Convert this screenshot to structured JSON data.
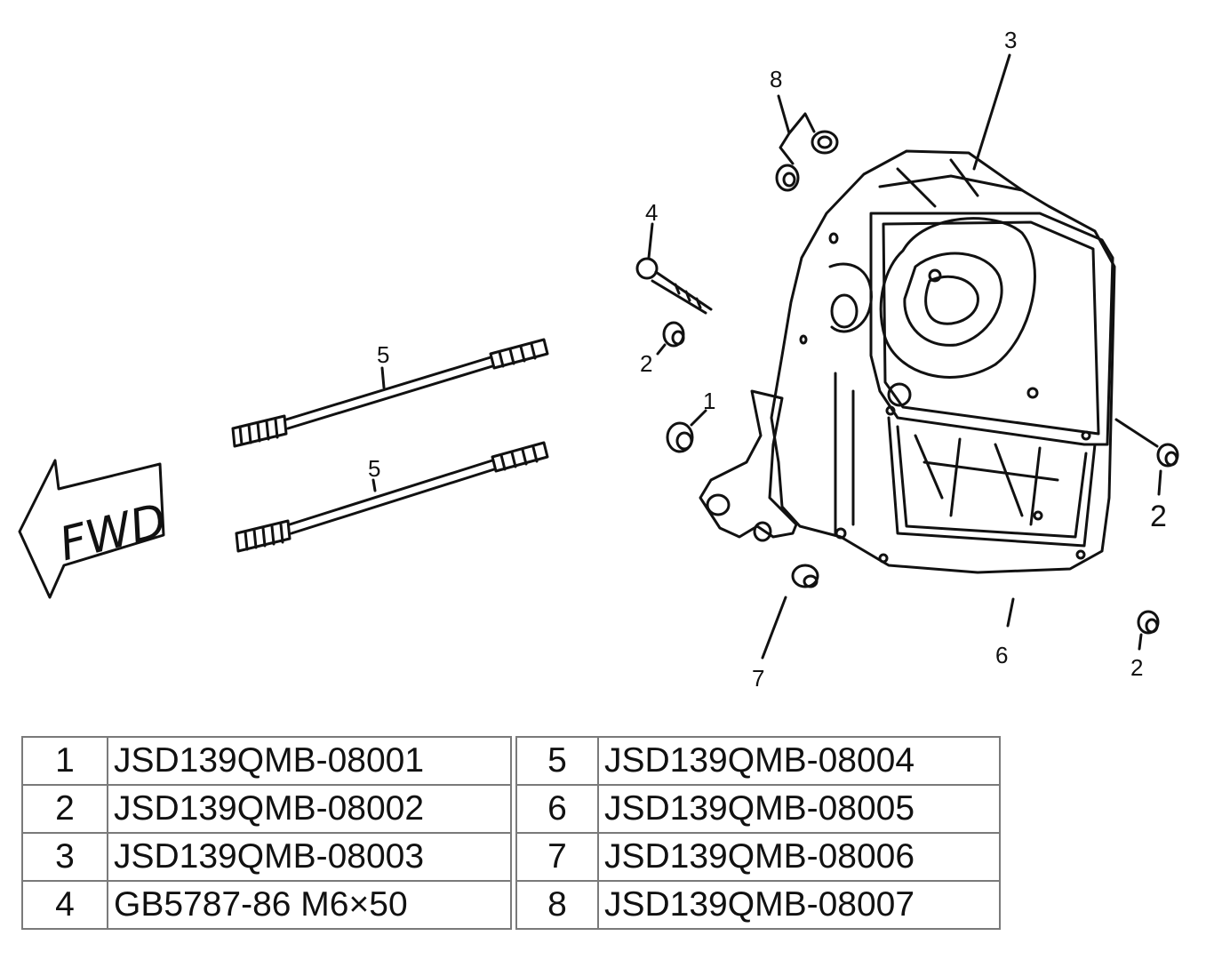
{
  "diagram": {
    "arrow_label": "FWD",
    "callouts": {
      "c1": "1",
      "c2a": "2",
      "c2b": "2",
      "c2c": "2",
      "c3": "3",
      "c4": "4",
      "c5a": "5",
      "c5b": "5",
      "c6": "6",
      "c7": "7",
      "c8": "8"
    }
  },
  "parts_table": {
    "rows": [
      {
        "left_no": "1",
        "left_code": "JSD139QMB-08001",
        "right_no": "5",
        "right_code": "JSD139QMB-08004"
      },
      {
        "left_no": "2",
        "left_code": "JSD139QMB-08002",
        "right_no": "6",
        "right_code": "JSD139QMB-08005"
      },
      {
        "left_no": "3",
        "left_code": "JSD139QMB-08003",
        "right_no": "7",
        "right_code": "JSD139QMB-08006"
      },
      {
        "left_no": "4",
        "left_code": "GB5787-86 M6×50",
        "right_no": "8",
        "right_code": "JSD139QMB-08007"
      }
    ]
  }
}
